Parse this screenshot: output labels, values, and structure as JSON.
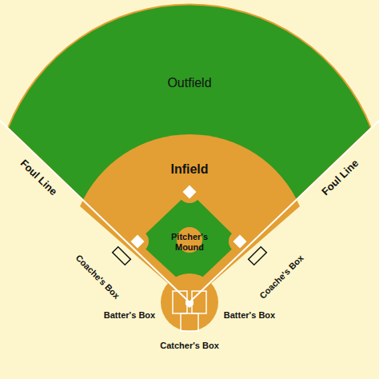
{
  "diagram": {
    "labels": [
      "Outfield",
      "Infield",
      "Foul Line",
      "Foul Line",
      "Pitcher's Mound",
      "Coache's Box",
      "Coache's Box",
      "Batter's Box",
      "Batter's Box",
      "Catcher's Box"
    ]
  }
}
